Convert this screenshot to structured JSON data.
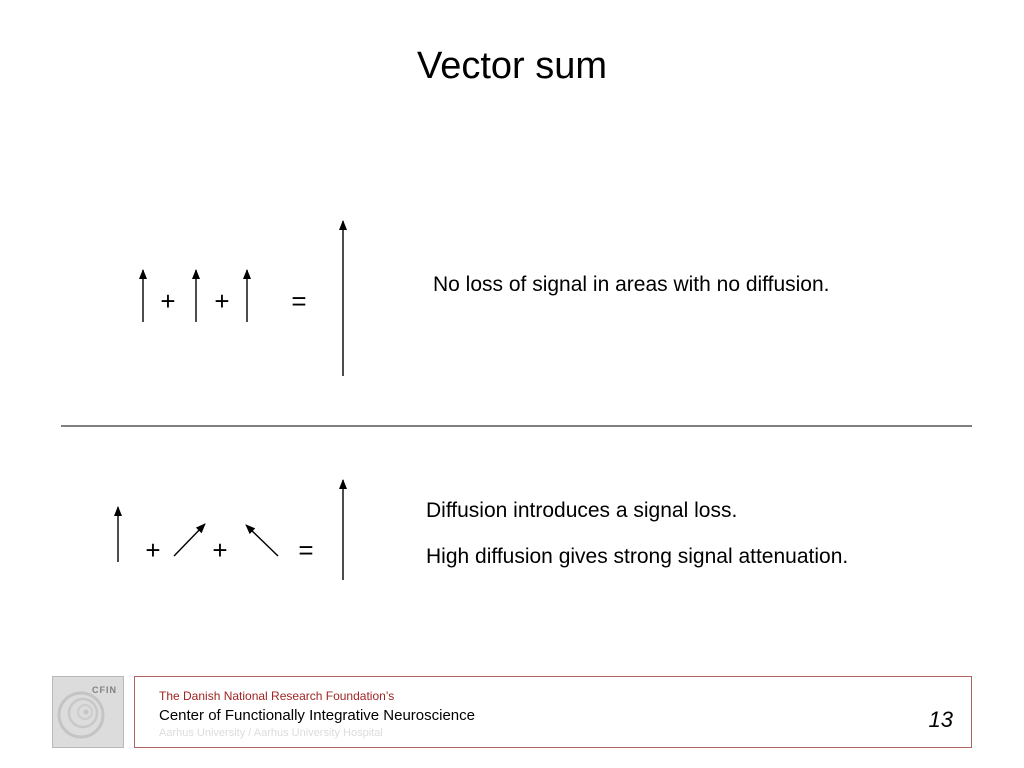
{
  "slide": {
    "title": "Vector sum"
  },
  "top_row": {
    "plus_1": "+",
    "plus_2": "+",
    "equals": "=",
    "caption": "No loss of signal in areas with no diffusion."
  },
  "bottom_row": {
    "plus_1": "+",
    "plus_2": "+",
    "equals": "=",
    "caption_1": "Diffusion introduces a signal loss.",
    "caption_2": "High diffusion gives strong signal attenuation."
  },
  "footer": {
    "logo_text": "CFIN",
    "line1": "The Danish National Research Foundation’s",
    "line2": "Center of Functionally Integrative Neuroscience",
    "line3": "Aarhus University / Aarhus University Hospital",
    "page_number": "13"
  },
  "colors": {
    "footer_border": "#b06464",
    "footer_accent": "#a02424",
    "footer_logo_bg": "#dcdcdc"
  }
}
